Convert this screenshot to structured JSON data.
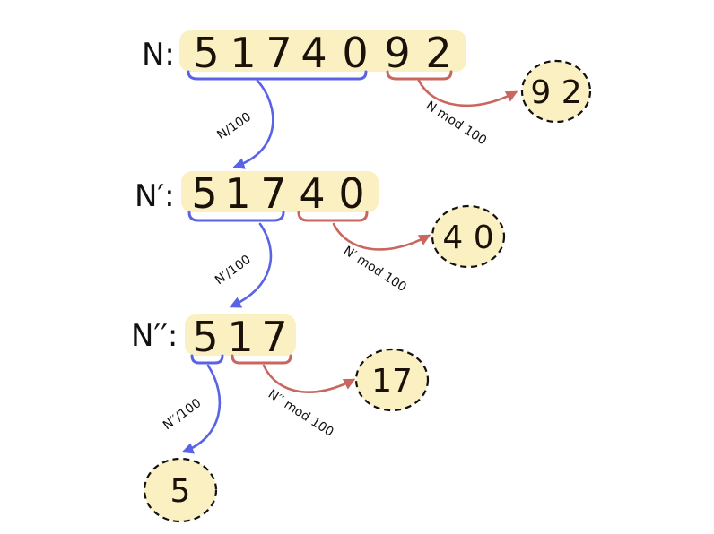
{
  "colors": {
    "highlight": "#fbf0c2",
    "quotient": "#5a63e6",
    "remainder": "#c9675e"
  },
  "rows": [
    {
      "label": "N:",
      "digits": [
        "5",
        "1",
        "7",
        "4",
        "0",
        "9",
        "2"
      ],
      "quotient_label": "N/100",
      "remainder_label": "N mod 100",
      "result": "9 2"
    },
    {
      "label": "N′:",
      "digits": [
        "5",
        "1",
        "7",
        "4",
        "0"
      ],
      "quotient_label": "N′/100",
      "remainder_label": "N′ mod 100",
      "result": "4 0"
    },
    {
      "label": "N′′:",
      "digits": [
        "5",
        "1",
        "7"
      ],
      "quotient_label": "N′′/100",
      "remainder_label": "N′′ mod 100",
      "result": "17"
    }
  ],
  "final": {
    "result": "5"
  }
}
